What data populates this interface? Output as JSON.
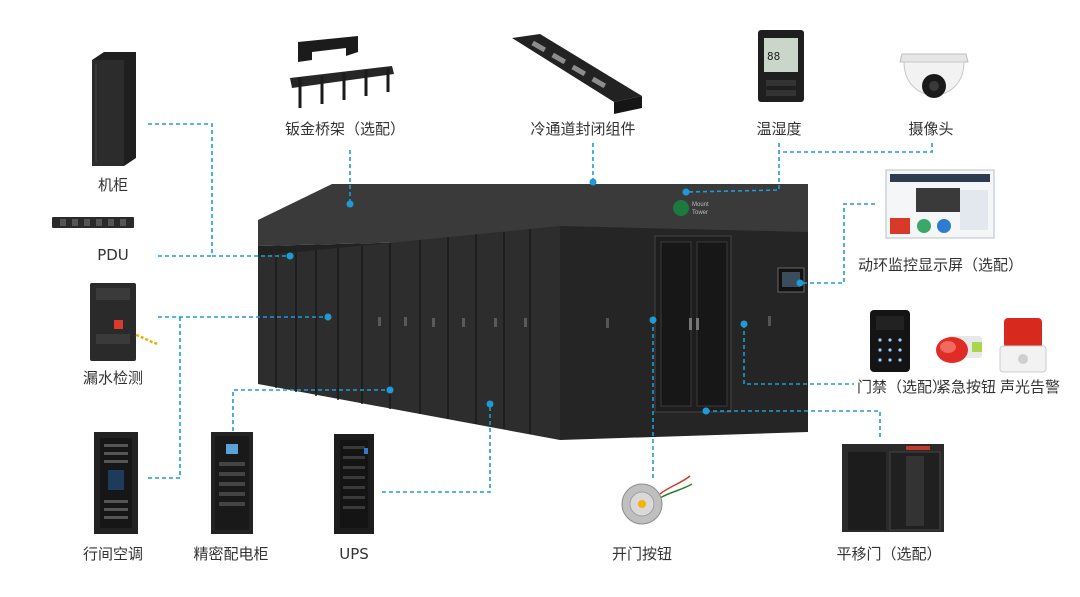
{
  "colors": {
    "leader": "#1e9bd7",
    "cabinet": "#2b2b2b",
    "cabinet_top": "#333333",
    "brand": "#1c7a3e"
  },
  "container": {
    "brand_line1": "Mount",
    "brand_line2": "Tower"
  },
  "components": [
    {
      "id": "cabinet",
      "label": "机柜",
      "icon": "rack-cabinet-icon"
    },
    {
      "id": "pdu",
      "label": "PDU",
      "icon": "pdu-strip-icon"
    },
    {
      "id": "leak",
      "label": "漏水检测",
      "icon": "leak-detector-icon"
    },
    {
      "id": "inrow-ac",
      "label": "行间空调",
      "icon": "inrow-ac-icon"
    },
    {
      "id": "distribution",
      "label": "精密配电柜",
      "icon": "distribution-cabinet-icon"
    },
    {
      "id": "ups",
      "label": "UPS",
      "icon": "ups-icon"
    },
    {
      "id": "tray",
      "label": "钣金桥架（选配）",
      "icon": "cable-tray-icon"
    },
    {
      "id": "aisle",
      "label": "冷通道封闭组件",
      "icon": "aisle-containment-icon"
    },
    {
      "id": "thermo",
      "label": "温湿度",
      "icon": "thermo-hygrometer-icon"
    },
    {
      "id": "camera",
      "label": "摄像头",
      "icon": "dome-camera-icon"
    },
    {
      "id": "monitor",
      "label": "动环监控显示屏（选配）",
      "icon": "monitor-screen-icon"
    },
    {
      "id": "access",
      "label": "门禁（选配）",
      "icon": "access-keypad-icon"
    },
    {
      "id": "estop",
      "label": "紧急按钮",
      "icon": "emergency-button-icon"
    },
    {
      "id": "alarm",
      "label": "声光告警",
      "icon": "siren-icon"
    },
    {
      "id": "doorbtn",
      "label": "开门按钮",
      "icon": "door-button-icon"
    },
    {
      "id": "sliding",
      "label": "平移门（选配）",
      "icon": "sliding-door-icon"
    }
  ]
}
